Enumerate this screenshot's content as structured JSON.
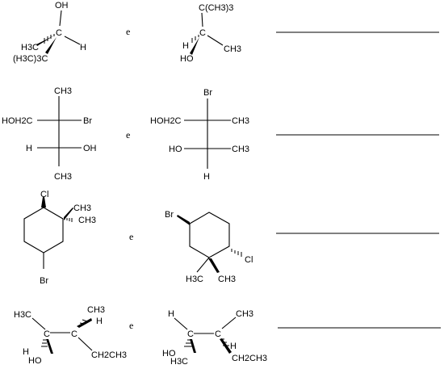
{
  "connector": "e",
  "rows": [
    {
      "left": {
        "oh": "OH",
        "c": "C",
        "h": "H",
        "me": "H3C",
        "tbu": "(H3C)3C"
      },
      "right": {
        "tbu": "C(CH3)3",
        "c": "C",
        "h": "H",
        "oh": "HO",
        "me": "CH3"
      }
    },
    {
      "left": {
        "top": "CH3",
        "ch2oh": "HOH2C",
        "br": "Br",
        "h": "H",
        "oh": "OH",
        "bottom": "CH3"
      },
      "right": {
        "br": "Br",
        "ch2oh": "HOH2C",
        "me1": "CH3",
        "oh": "HO",
        "me2": "CH3",
        "h": "H"
      }
    },
    {
      "left": {
        "cl": "Cl",
        "me1": "CH3",
        "me2": "CH3",
        "br": "Br"
      },
      "right": {
        "br": "Br",
        "cl": "Cl",
        "me1": "H3C",
        "me2": "CH3"
      }
    },
    {
      "left": {
        "me": "H3C",
        "c1": "C",
        "c2": "C",
        "ch3": "CH3",
        "h2": "H",
        "h1": "H",
        "ho": "HO",
        "et": "CH2CH3"
      },
      "right": {
        "h": "H",
        "ch3": "CH3",
        "c1": "C",
        "c2": "C",
        "ho": "HO",
        "me": "H3C",
        "h2": "H",
        "et": "CH2CH3"
      }
    }
  ]
}
